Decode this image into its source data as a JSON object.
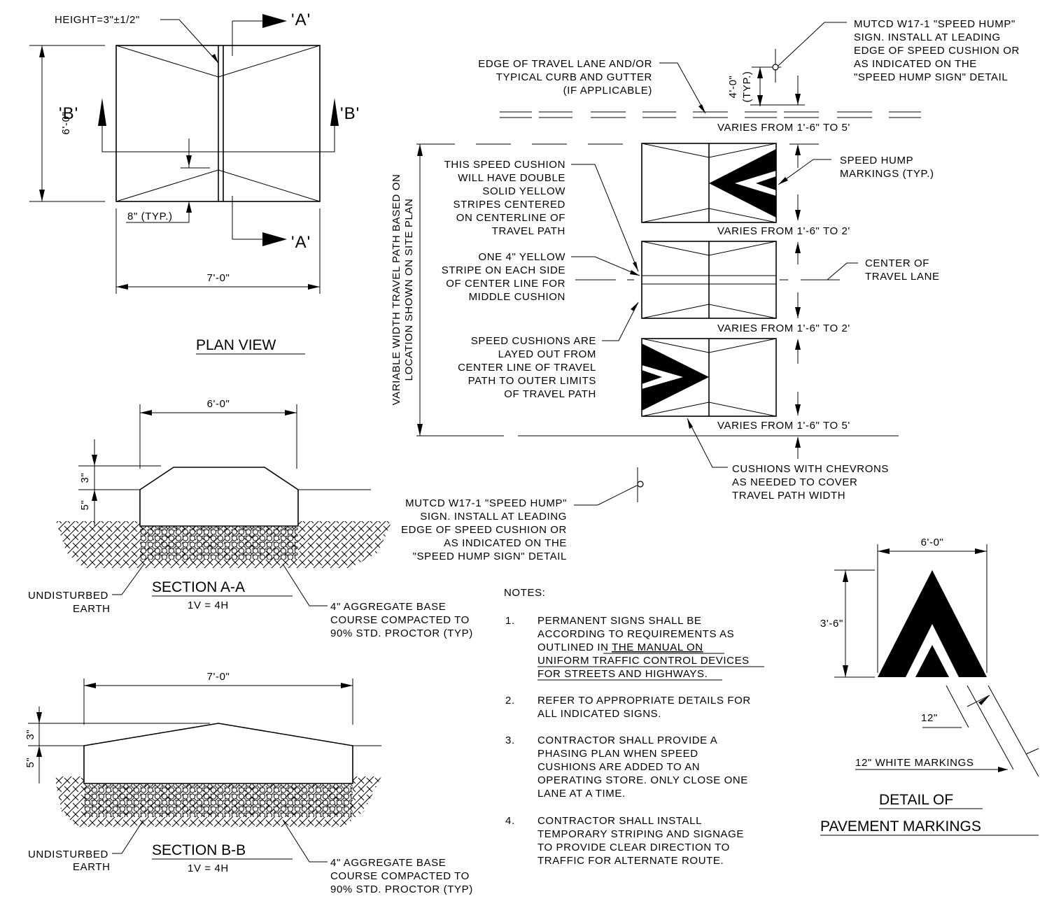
{
  "plan": {
    "height_label": "HEIGHT=3\"±1/2\"",
    "section_a": "'A'",
    "section_b": "'B'",
    "dim_side": "6'-0\"",
    "dim_typ": "8\" (TYP.)",
    "dim_width": "7'-0\"",
    "title": "PLAN VIEW"
  },
  "section_aa": {
    "dim_top": "6'-0\"",
    "dim_3": "3\"",
    "dim_5": "5\"",
    "title": "SECTION A-A",
    "scale": "1V = 4H",
    "earth": [
      "UNDISTURBED",
      "EARTH"
    ],
    "base": [
      "4\" AGGREGATE BASE",
      "COURSE COMPACTED TO",
      "90% STD. PROCTOR (TYP)"
    ]
  },
  "section_bb": {
    "dim_top": "7'-0\"",
    "dim_3": "3\"",
    "dim_5": "5\"",
    "title": "SECTION B-B",
    "scale": "1V = 4H",
    "earth": [
      "UNDISTURBED",
      "EARTH"
    ],
    "base": [
      "4\" AGGREGATE BASE",
      "COURSE COMPACTED TO",
      "90% STD. PROCTOR (TYP)"
    ]
  },
  "layout_notes": {
    "sign_top": [
      "MUTCD W17-1 \"SPEED HUMP\"",
      "SIGN. INSTALL AT LEADING",
      "EDGE OF SPEED CUSHION OR",
      "AS INDICATED ON THE",
      "\"SPEED HUMP SIGN\" DETAIL"
    ],
    "sign_mid": [
      "MUTCD W17-1 \"SPEED HUMP\"",
      "SIGN. INSTALL AT LEADING",
      "EDGE OF SPEED CUSHION OR",
      "AS INDICATED ON THE",
      "\"SPEED HUMP SIGN\" DETAIL"
    ],
    "edge": [
      "EDGE OF TRAVEL LANE AND/OR",
      "TYPICAL CURB AND GUTTER",
      "(IF APPLICABLE)"
    ],
    "typ_4ft": "4'-0\"",
    "typ_label": "(TYP.)",
    "varies_5": "VARIES FROM 1'-6\" TO 5'",
    "varies_2": "VARIES FROM 1'-6\" TO 2'",
    "double": [
      "THIS SPEED CUSHION",
      "WILL HAVE DOUBLE",
      "SOLID YELLOW",
      "STRIPES CENTERED",
      "ON CENTERLINE OF",
      "TRAVEL PATH"
    ],
    "one4": [
      "ONE 4\" YELLOW",
      "STRIPE ON EACH SIDE",
      "OF CENTER LINE FOR",
      "MIDDLE CUSHION"
    ],
    "layed": [
      "SPEED CUSHIONS ARE",
      "LAYED OUT FROM",
      "CENTER LINE OF TRAVEL",
      "PATH TO OUTER LIMITS",
      "OF TRAVEL PATH"
    ],
    "hump_markings": [
      "SPEED HUMP",
      "MARKINGS (TYP.)"
    ],
    "center": [
      "CENTER OF",
      "TRAVEL LANE"
    ],
    "chevrons": [
      "CUSHIONS WITH CHEVRONS",
      "AS NEEDED TO COVER",
      "TRAVEL PATH WIDTH"
    ],
    "vertical": [
      "VARIABLE WIDTH TRAVEL PATH BASED ON",
      "LOCATION SHOWN ON SITE PLAN"
    ]
  },
  "notes": {
    "heading": "NOTES:",
    "n1_num": "1.",
    "n1_plain": [
      "PERMANENT SIGNS SHALL BE",
      "ACCORDING TO REQUIREMENTS AS"
    ],
    "n1_mix_a": "OUTLINED IN ",
    "n1_mix_b": "THE MANUAL ON",
    "n1_under": [
      "UNIFORM TRAFFIC CONTROL DEVICES",
      "FOR STREETS AND HIGHWAYS."
    ],
    "n2_num": "2.",
    "n2": [
      "REFER TO APPROPRIATE DETAILS FOR",
      "ALL INDICATED SIGNS."
    ],
    "n3_num": "3.",
    "n3": [
      "CONTRACTOR SHALL PROVIDE A",
      "PHASING PLAN WHEN SPEED",
      "CUSHIONS ARE ADDED TO AN",
      "OPERATING STORE. ONLY CLOSE ONE",
      "LANE AT A TIME."
    ],
    "n4_num": "4.",
    "n4": [
      "CONTRACTOR SHALL INSTALL",
      "TEMPORARY STRIPING AND SIGNAGE",
      "TO PROVIDE CLEAR DIRECTION TO",
      "TRAFFIC FOR ALTERNATE ROUTE."
    ]
  },
  "detail": {
    "dim_w": "6'-0\"",
    "dim_h": "3'-6\"",
    "dim_12": "12\"",
    "white": "12\" WHITE MARKINGS",
    "title1": "DETAIL OF",
    "title2": "PAVEMENT MARKINGS"
  }
}
